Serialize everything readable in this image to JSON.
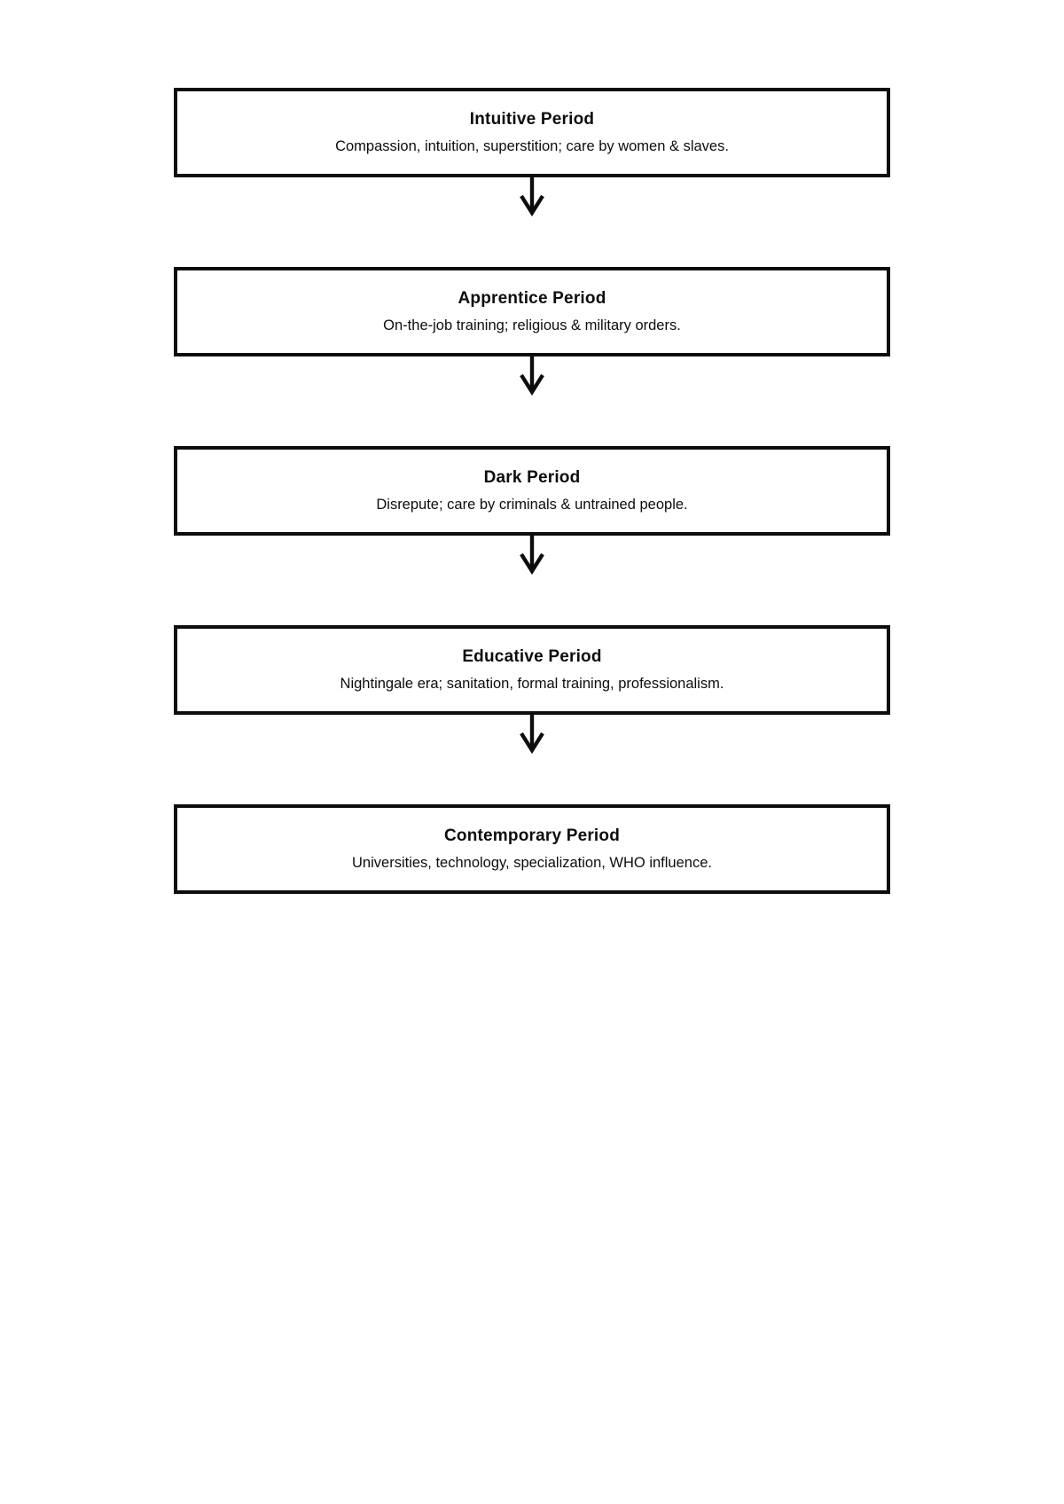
{
  "page": {
    "background_color": "#ffffff",
    "line_color": "#0d0d0d",
    "text_color": "#0d0d0d"
  },
  "flowchart": {
    "kind": "vertical-sequence",
    "connector_icon": "down-arrow",
    "steps": [
      {
        "title": "Intuitive Period",
        "description": "Compassion, intuition, superstition; care by women & slaves."
      },
      {
        "title": "Apprentice Period",
        "description": "On-the-job training; religious & military orders."
      },
      {
        "title": "Dark Period",
        "description": "Disrepute; care by criminals & untrained people."
      },
      {
        "title": "Educative Period",
        "description": "Nightingale era; sanitation, formal training, professionalism."
      },
      {
        "title": "Contemporary Period",
        "description": "Universities, technology, specialization, WHO influence."
      }
    ]
  }
}
